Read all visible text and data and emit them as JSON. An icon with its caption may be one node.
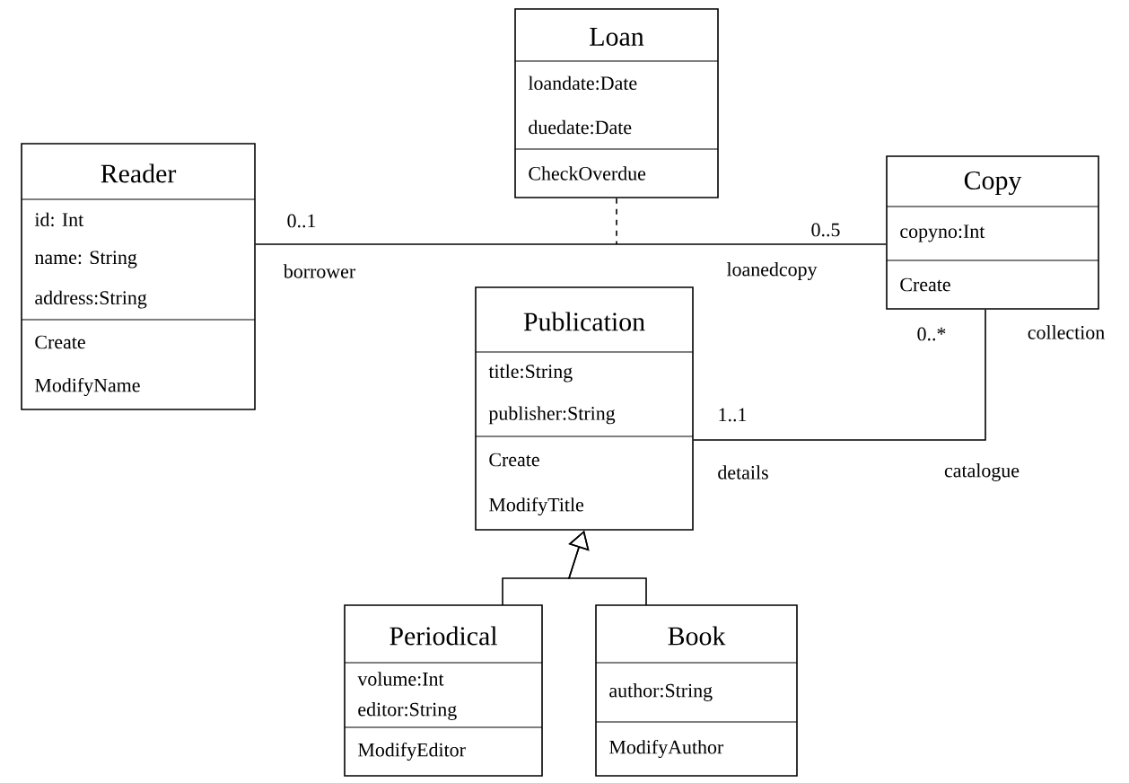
{
  "diagram": {
    "nodes": [
      {
        "text": [
          "Loan",
          "loandate:Date",
          "duedate:Date",
          "CheckOverdue"
        ]
      },
      {
        "text": [
          "Reader",
          "id: Int",
          "name: String",
          "address:String",
          "Create",
          "ModifyName"
        ]
      },
      {
        "text": [
          "Copy",
          "copyno:Int",
          "Create"
        ]
      },
      {
        "text": [
          "Publication",
          "title:String",
          "publisher:String",
          "Create",
          "ModifyTitle"
        ]
      },
      {
        "text": [
          "Periodical",
          "volume:Int",
          "editor:String",
          "ModifyEditor"
        ]
      },
      {
        "text": [
          "Book",
          "author:String",
          "ModifyAuthor"
        ]
      }
    ],
    "edges": [
      {
        "from": 1,
        "to": 2,
        "arrow": "none"
      },
      {
        "from": 0,
        "to": null,
        "arrow": "none",
        "style": "dashed"
      },
      {
        "from": 3,
        "to": 2,
        "arrow": "none"
      },
      {
        "from": 4,
        "to": 3,
        "arrow": "to"
      },
      {
        "from": 5,
        "to": 3,
        "arrow": "to"
      }
    ],
    "labels": [
      "0..1",
      "0..5",
      "borrower",
      "loanedcopy",
      "0..*",
      "collection",
      "1..1",
      "details",
      "catalogue"
    ]
  }
}
